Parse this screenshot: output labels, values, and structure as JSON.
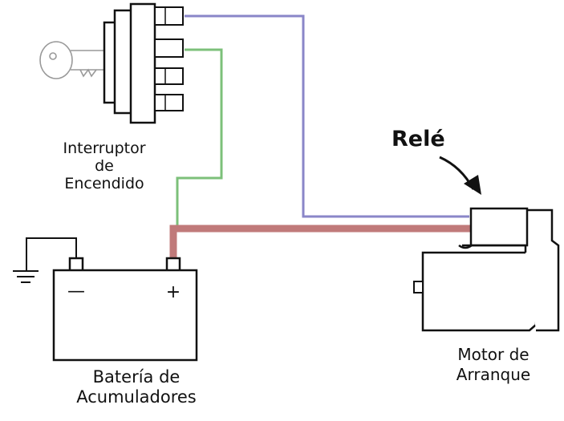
{
  "labels": {
    "switch_line1": "Interruptor",
    "switch_line2": "de",
    "switch_line3": "Encendido",
    "relay": "Relé",
    "battery_line1": "Batería de",
    "battery_line2": "Acumuladores",
    "motor_line1": "Motor de",
    "motor_line2": "Arranque",
    "battery_negative": "—",
    "battery_positive": "+"
  },
  "colors": {
    "wire_blue": "#8a86c8",
    "wire_green": "#7cc07a",
    "wire_red": "#c07a7a",
    "outline": "#111111"
  }
}
